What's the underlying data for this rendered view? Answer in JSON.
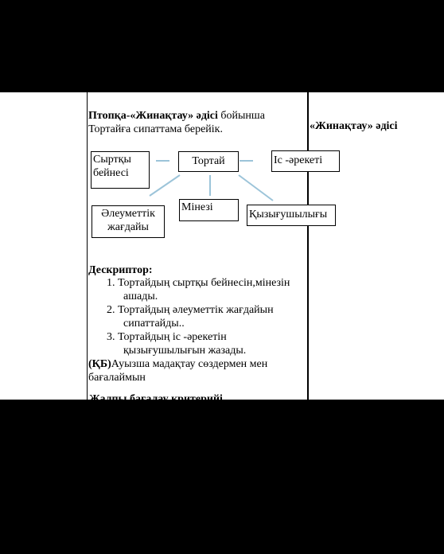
{
  "header": {
    "method_bold": "Птопқа-«Жинақтау» әдісі",
    "method_rest": " бойынша",
    "task": "Тортайға сипаттама берейік."
  },
  "side_title": "«Жинақтау» әдісі",
  "diagram": {
    "center": "Тортай",
    "appearance_line1": "Сыртқы",
    "appearance_line2": "бейнесі",
    "activity": "Іс -әрекеті",
    "social_line1": "Әлеуметтік",
    "social_line2": "жағдайы",
    "character": "Мінезі",
    "interests": "Қызығушылығы"
  },
  "descriptor": {
    "heading": "Дескриптор:",
    "items": [
      {
        "line1": "1. Тортайдың сыртқы бейнесін,мінезін",
        "line2": "ашады."
      },
      {
        "line1": "2. Тортайдың әлеуметтік жағдайын",
        "line2": "сипаттайды.."
      },
      {
        "line1": "3. Тортайдың  іс -әрекетін",
        "line2": "қызығушылығын жазады."
      }
    ]
  },
  "assessment": {
    "code": "(ҚБ)",
    "line1": "Ауызша мадақтау сөздермен мен",
    "line2": "бағалаймын"
  },
  "cutoff_text": "Жалпы бағалау критерийі бойынша"
}
